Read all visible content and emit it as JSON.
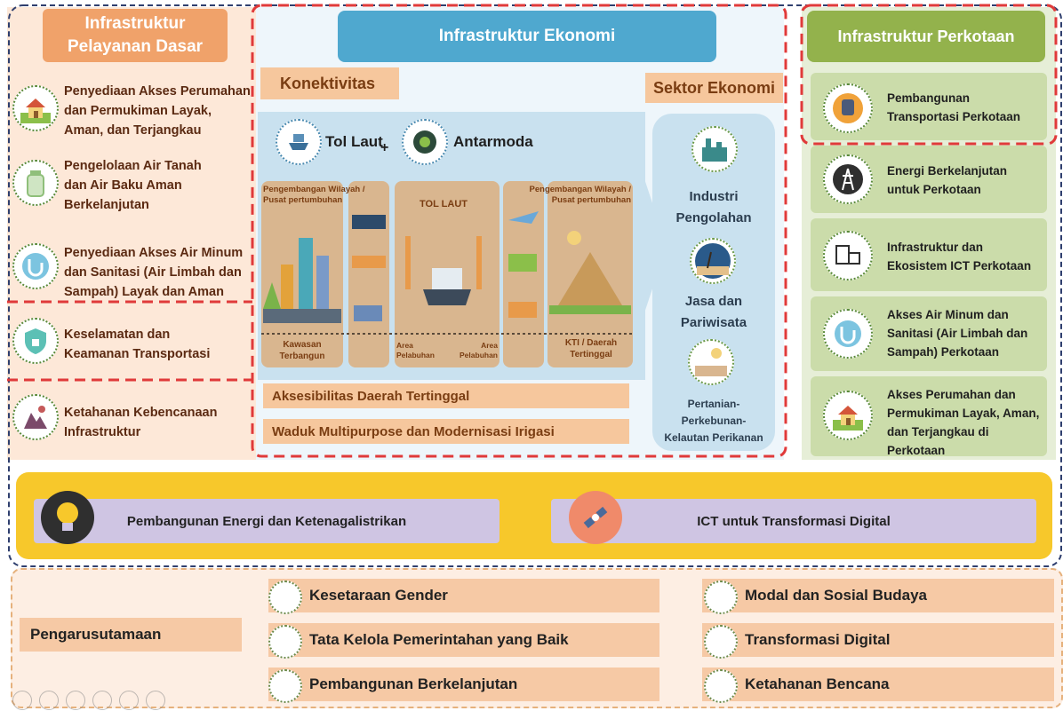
{
  "left": {
    "header": [
      "Infrastruktur",
      "Pelayanan Dasar"
    ],
    "items": [
      {
        "lines": [
          "Penyediaan Akses Perumahan",
          "dan Permukiman Layak,",
          "Aman, dan Terjangkau"
        ],
        "icon": "house-icon"
      },
      {
        "lines": [
          "Pengelolaan Air Tanah",
          "dan Air Baku Aman",
          "Berkelanjutan"
        ],
        "icon": "water-bottle-icon"
      },
      {
        "lines": [
          "Penyediaan Akses Air Minum",
          "dan Sanitasi (Air Limbah dan",
          "Sampah) Layak dan Aman"
        ],
        "icon": "water-pipe-icon"
      },
      {
        "lines": [
          "Keselamatan dan",
          "Keamanan Transportasi"
        ],
        "icon": "shield-icon"
      },
      {
        "lines": [
          "Ketahanan Kebencanaan",
          "Infrastruktur"
        ],
        "icon": "disaster-icon"
      }
    ]
  },
  "middle": {
    "header": "Infrastruktur Ekonomi",
    "konektivitas": "Konektivitas",
    "sektor_ekonomi": "Sektor Ekonomi",
    "tol_laut": "Tol Laut",
    "plus": "+",
    "antarmoda": "Antarmoda",
    "panels": {
      "wilayah_left": [
        "Pengembangan Wilayah /",
        "Pusat pertumbuhan"
      ],
      "kawasan": [
        "Kawasan",
        "Terbangun"
      ],
      "tol_laut_label": "TOL LAUT",
      "area_left": [
        "Area",
        "Pelabuhan"
      ],
      "area_right": [
        "Area",
        "Pelabuhan"
      ],
      "wilayah_right": [
        "Pengembangan Wilayah /",
        "Pusat pertumbuhan"
      ],
      "kti": [
        "KTI / Daerah",
        "Tertinggal"
      ]
    },
    "bar1": "Aksesibilitas Daerah Tertinggal",
    "bar2": "Waduk Multipurpose dan Modernisasi Irigasi",
    "sektor_items": [
      {
        "lines": [
          "Industri",
          "Pengolahan"
        ],
        "icon": "factory-icon"
      },
      {
        "lines": [
          "Jasa dan",
          "Pariwisata"
        ],
        "icon": "beach-icon"
      },
      {
        "lines": [
          "Pertanian-",
          "Perkebunan-",
          "Kelautan Perikanan"
        ],
        "icon": "farm-icon"
      }
    ]
  },
  "right": {
    "header": "Infrastruktur Perkotaan",
    "items": [
      {
        "lines": [
          "Pembangunan",
          "Transportasi Perkotaan"
        ],
        "icon": "train-icon"
      },
      {
        "lines": [
          "Energi Berkelanjutan",
          "untuk Perkotaan"
        ],
        "icon": "power-tower-icon"
      },
      {
        "lines": [
          "Infrastruktur dan",
          "Ekosistem ICT Perkotaan"
        ],
        "icon": "ict-icon"
      },
      {
        "lines": [
          "Akses Air Minum dan",
          "Sanitasi (Air Limbah dan",
          "Sampah) Perkotaan"
        ],
        "icon": "water-pipe-icon"
      },
      {
        "lines": [
          "Akses Perumahan dan",
          "Permukiman Layak, Aman,",
          "dan Terjangkau di Perkotaan"
        ],
        "icon": "house-icon"
      }
    ]
  },
  "band": {
    "energi": "Pembangunan Energi dan Ketenagalistrikan",
    "ict": "ICT untuk Transformasi Digital"
  },
  "bottom": {
    "pengarusutamaan": "Pengarusutamaan",
    "left_items": [
      "Kesetaraan Gender",
      "Tata Kelola Pemerintahan yang Baik",
      "Pembangunan Berkelanjutan"
    ],
    "right_items": [
      "Modal dan Sosial Budaya",
      "Transformasi Digital",
      "Ketahanan Bencana"
    ]
  },
  "colors": {
    "left_header": "#f0a26a",
    "mid_header": "#4fa8cf",
    "right_header": "#93b24c",
    "band": "#f7c82b",
    "red_dash": "#e03a3a",
    "navy_dash": "#2f3f6e"
  }
}
